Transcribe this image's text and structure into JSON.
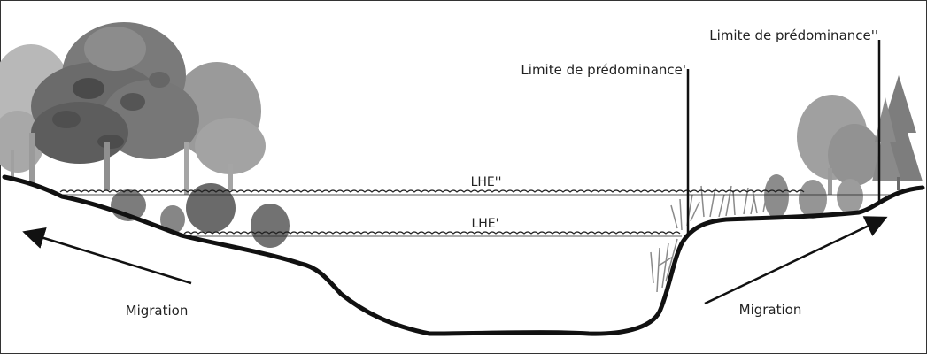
{
  "diagram": {
    "labels": {
      "limit_single": "Limite de prédominance'",
      "limit_double": "Limite de prédominance''",
      "lhe_double": "LHE''",
      "lhe_single": "LHE'",
      "migration_left": "Migration",
      "migration_right": "Migration"
    },
    "colors": {
      "ground": "#111111",
      "tree_dark": "#5f5f5f",
      "tree_mid": "#8a8a8a",
      "tree_light": "#b5b5b5",
      "water_line": "#222222",
      "frame": "#333333"
    }
  }
}
